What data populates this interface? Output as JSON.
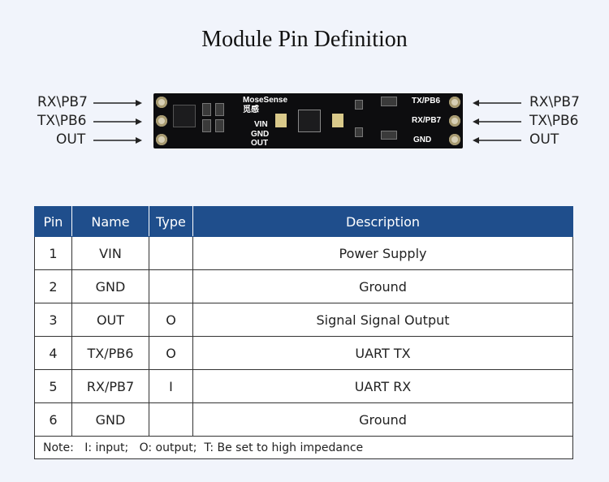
{
  "title": "Module Pin Definition",
  "left_pins": [
    "RX\\PB7",
    "TX\\PB6",
    "OUT"
  ],
  "right_pins": [
    "RX\\PB7",
    "TX\\PB6",
    "OUT"
  ],
  "board": {
    "brand": "MoseSense",
    "brand_cn": "觅感",
    "label_vin": "VIN",
    "label_gnd": "GND",
    "label_out": "OUT",
    "label_tx": "TX/PB6",
    "label_rx": "RX/PB7",
    "label_gnd_right": "GND"
  },
  "table": {
    "headers": [
      "Pin",
      "Name",
      "Type",
      "Description"
    ],
    "rows": [
      {
        "pin": "1",
        "name": "VIN",
        "type": "",
        "desc": "Power Supply"
      },
      {
        "pin": "2",
        "name": "GND",
        "type": "",
        "desc": "Ground"
      },
      {
        "pin": "3",
        "name": "OUT",
        "type": "O",
        "desc": "Signal Signal Output"
      },
      {
        "pin": "4",
        "name": "TX/PB6",
        "type": "O",
        "desc": "UART TX"
      },
      {
        "pin": "5",
        "name": "RX/PB7",
        "type": "I",
        "desc": "UART RX"
      },
      {
        "pin": "6",
        "name": "GND",
        "type": "",
        "desc": "Ground"
      }
    ],
    "note": "Note:   I: input;   O: output;  T: Be set to high impedance"
  },
  "colors": {
    "header_bg": "#1f4e8c",
    "page_bg": "#f1f4fb",
    "board_bg": "#0d0d0f"
  }
}
